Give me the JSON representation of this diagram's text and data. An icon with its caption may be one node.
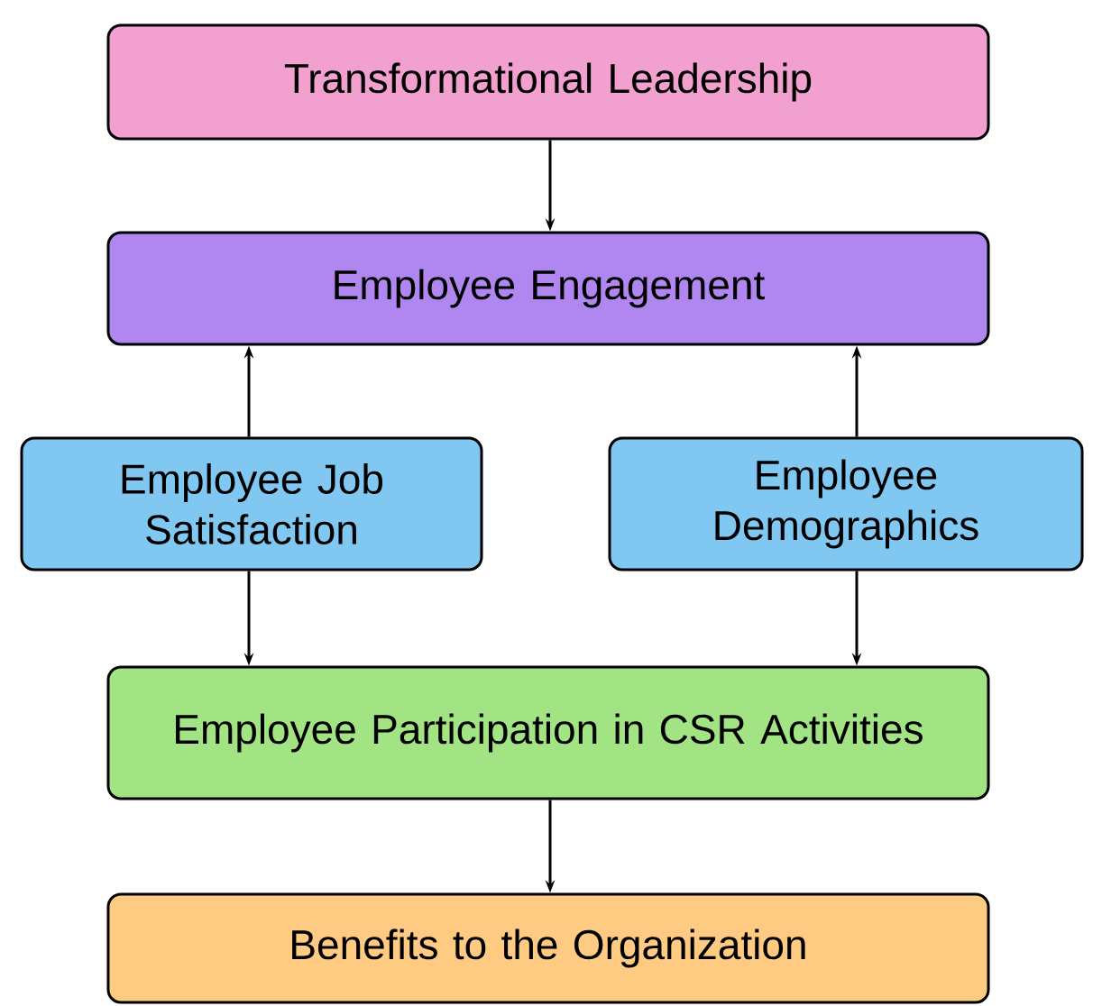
{
  "diagram": {
    "nodes": [
      {
        "text": [
          "Transformational Leadership"
        ]
      },
      {
        "text": [
          "Employee Engagement"
        ]
      },
      {
        "text": [
          "Employee Job Satisfaction"
        ]
      },
      {
        "text": [
          "Employee Demographics"
        ]
      },
      {
        "text": [
          "Employee Participation in CSR Activities"
        ]
      },
      {
        "text": [
          "Benefits to the Organization"
        ]
      }
    ],
    "edges": [
      {
        "from": 0,
        "to": 1,
        "arrow": "to"
      },
      {
        "from": 2,
        "to": 1,
        "arrow": "to"
      },
      {
        "from": 3,
        "to": 1,
        "arrow": "to"
      },
      {
        "from": 2,
        "to": 4,
        "arrow": "to"
      },
      {
        "from": 3,
        "to": 4,
        "arrow": "to"
      },
      {
        "from": 4,
        "to": 5,
        "arrow": "to"
      }
    ]
  }
}
